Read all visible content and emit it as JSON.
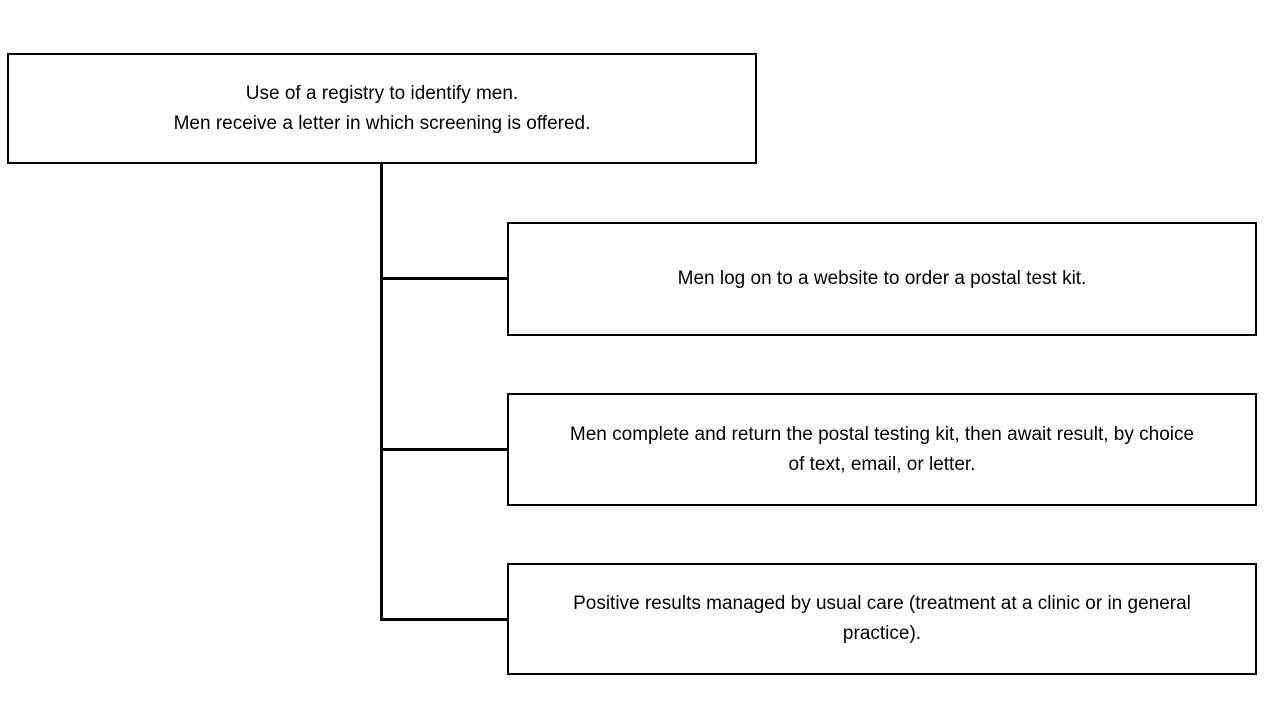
{
  "diagram": {
    "type": "flowchart",
    "colors": {
      "background": "#ffffff",
      "box_fill": "#ffffff",
      "box_border": "#000000",
      "connector_line": "#000000",
      "text": "#000000"
    },
    "root": {
      "id": "registry",
      "lines": [
        "Use of a registry to identify men.",
        "Men receive a letter in which screening is offered."
      ]
    },
    "steps": [
      {
        "id": "order-kit",
        "lines": [
          "Men log on to a website to order a postal test kit."
        ]
      },
      {
        "id": "return-kit",
        "lines": [
          "Men complete and return the postal testing kit, then await result, by choice",
          "of text, email, or letter."
        ]
      },
      {
        "id": "positive-results",
        "lines": [
          "Positive results managed by usual care (treatment at a clinic or in general",
          "practice)."
        ]
      }
    ],
    "connections": [
      {
        "from": "registry",
        "to": "order-kit"
      },
      {
        "from": "registry",
        "to": "return-kit"
      },
      {
        "from": "registry",
        "to": "positive-results"
      }
    ]
  }
}
